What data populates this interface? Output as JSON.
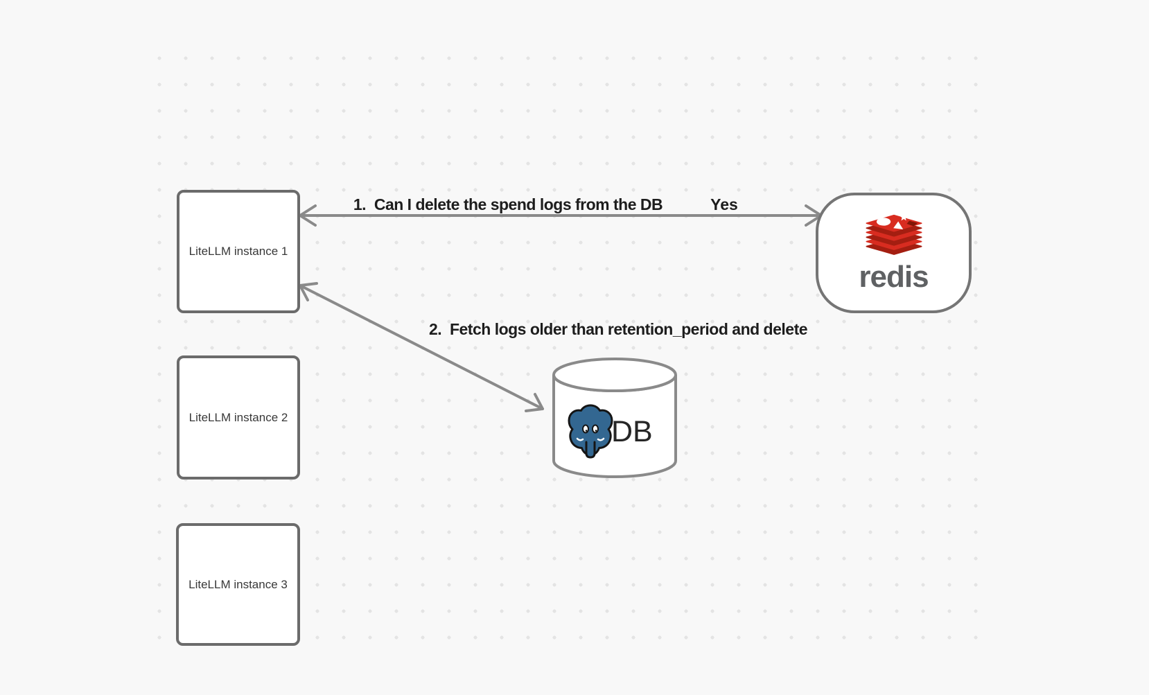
{
  "canvas": {
    "background": "#f8f8f8",
    "dot_color": "#e4e4e4"
  },
  "nodes": {
    "instance1": {
      "label": "LiteLLM instance 1"
    },
    "instance2": {
      "label": "LiteLLM instance 2"
    },
    "instance3": {
      "label": "LiteLLM instance 3"
    },
    "redis": {
      "wordmark": "redis",
      "icon": "redis-stack-icon",
      "brand_red": "#d82c20",
      "brand_dark_red": "#a41e11",
      "wordmark_color": "#5f6163"
    },
    "db": {
      "label": "DB",
      "icon": "postgresql-elephant-icon",
      "postgres_blue": "#336791"
    }
  },
  "edges": {
    "edge1": {
      "label": "1.  Can I delete the spend logs from the DB",
      "reply": "Yes",
      "from": "instance1",
      "to": "redis",
      "style": "double-headed-arrow",
      "color": "#8a8a8a"
    },
    "edge2": {
      "label": "2.  Fetch logs older than retention_period and delete",
      "from": "instance1",
      "to": "db",
      "style": "double-headed-arrow",
      "color": "#8a8a8a"
    }
  }
}
